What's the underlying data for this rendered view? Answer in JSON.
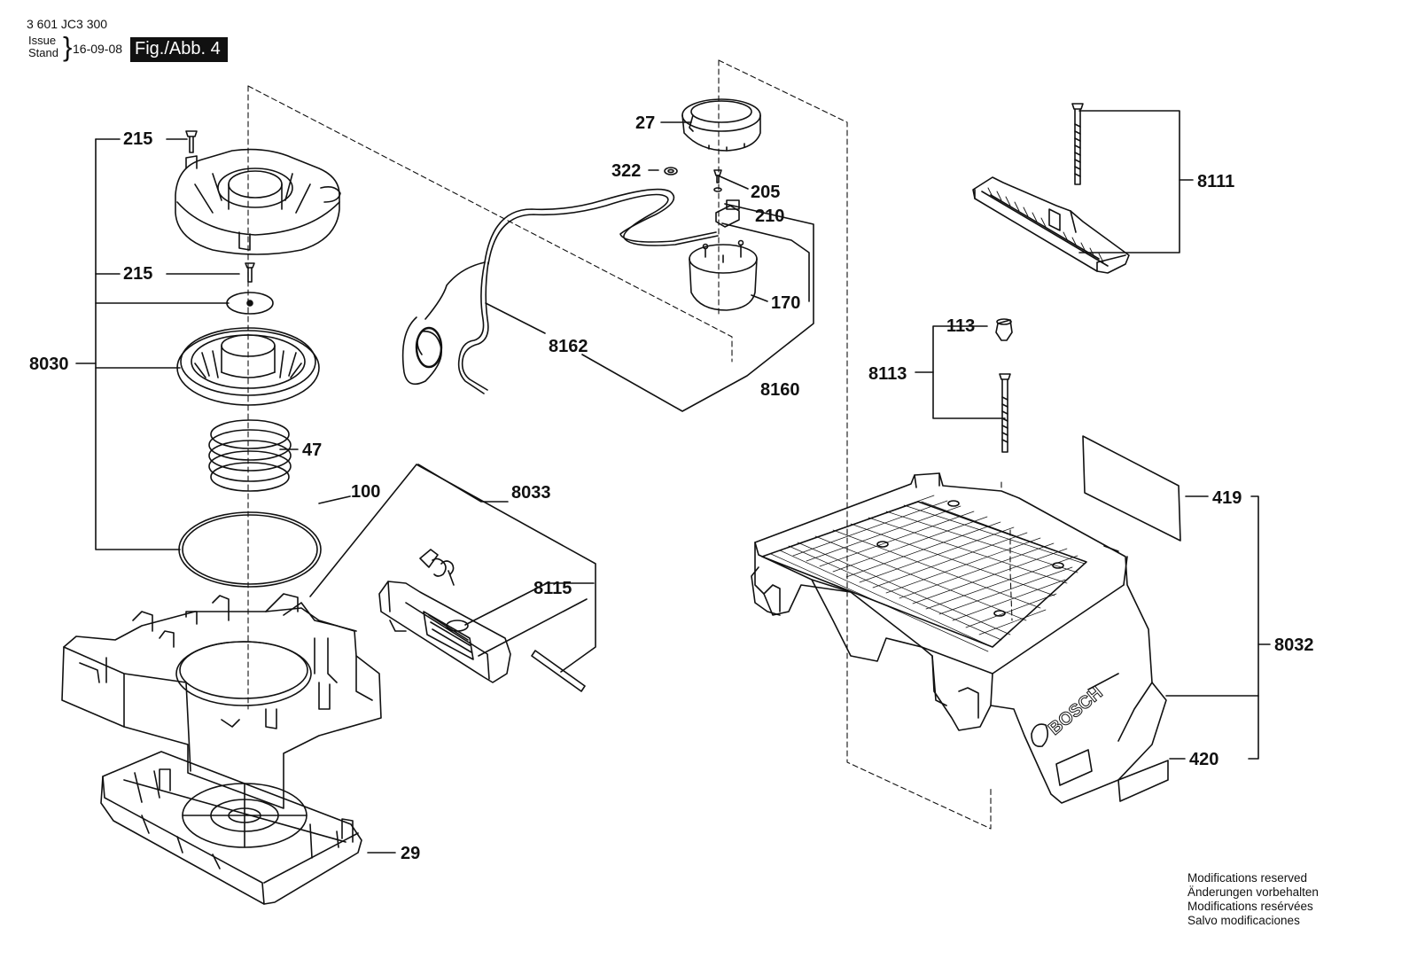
{
  "header": {
    "part_number": "3 601 JC3 300",
    "issue": "Issue",
    "stand": "Stand",
    "date": "16-09-08",
    "figure": "Fig./Abb. 4"
  },
  "footer": {
    "lines": [
      "Modifications reserved",
      "Änderungen vorbehalten",
      "Modifications resérvées",
      "Salvo modificaciones"
    ]
  },
  "brand_on_part": "BOSCH",
  "labels": {
    "p215a": "215",
    "p215b": "215",
    "p8030": "8030",
    "p47": "47",
    "p100": "100",
    "p8033": "8033",
    "p8115": "8115",
    "p29": "29",
    "p27": "27",
    "p322": "322",
    "p205": "205",
    "p210": "210",
    "p170": "170",
    "p8162": "8162",
    "p8160": "8160",
    "p8111": "8111",
    "p113": "113",
    "p8113": "8113",
    "p419": "419",
    "p8032": "8032",
    "p420": "420"
  }
}
